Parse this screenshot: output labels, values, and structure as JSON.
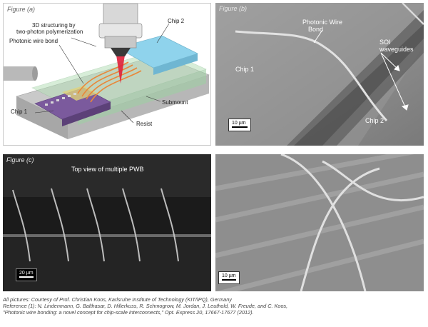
{
  "panel_a": {
    "label": "Figure (a)",
    "labels": {
      "structuring_1": "3D structuring by",
      "structuring_2": "two-photon polymerization",
      "wire_bond": "Photonic wire bond",
      "chip2": "Chip 2",
      "chip1": "Chip 1",
      "submount": "Submount",
      "resist": "Resist"
    }
  },
  "panel_b": {
    "label": "Figure (b)",
    "labels": {
      "pwb_1": "Photonic Wire",
      "pwb_2": "Bond",
      "soi_1": "SOI",
      "soi_2": "waveguides",
      "chip1": "Chip 1",
      "chip2": "Chip 2"
    },
    "scale": "10 µm"
  },
  "panel_c": {
    "label": "Figure (c)",
    "title": "Top view of multiple PWB",
    "scale": "20 µm"
  },
  "panel_d": {
    "scale": "10 µm"
  },
  "caption": {
    "line1": "All pictures: Courtesy of Prof. Christian Koos, Karlsruhe Institute of Technology (KIT/IPQ), Germany",
    "line2": "Reference (1): N. Lindenmann, G. Balthasar, D. Hillerkuss, R. Schmogrow, M. Jordan, J. Leuthold, W. Freude, and C. Koos,",
    "line3": "\"Photonic wire bonding: a novel concept for chip-scale interconnects,\" Opt. Express 20, 17667-17677 (2012)."
  }
}
